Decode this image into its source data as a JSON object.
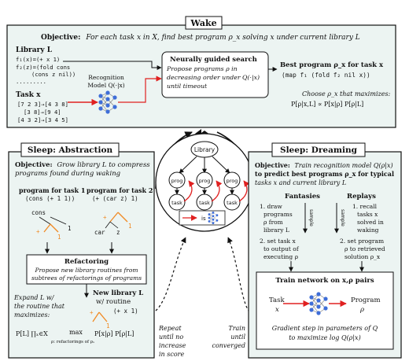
{
  "wake": {
    "title": "Wake",
    "objective_label": "Objective:",
    "objective_text": "For each task x in X, find best program ρ_x solving x under current library L",
    "library_label": "Library L",
    "library_lines": [
      "f₁(x)=(+ x 1)",
      "f₂(z)=(fold cons",
      "(cons z nil))",
      "........."
    ],
    "task_label": "Task x",
    "task_lines": [
      "[7 2 3]→[4 3 8]",
      "[3 8]→[9 4]",
      "[4 3 2]→[3 4 5]"
    ],
    "recognition_label_1": "Recognition",
    "recognition_label_2": "Model Q(·|x)",
    "search_title": "Neurally guided search",
    "search_lines": [
      "Propose programs ρ in",
      "decreasing order under Q(·|x)",
      "until timeout"
    ],
    "best_label_1": "Best program ρ_x for task x",
    "best_program": "(map f₁ (fold f₂ nil x))",
    "choose_line": "Choose ρ_x that maximizes:",
    "choose_formula": "P[ρ|x,L] ∝ P[x|ρ] P[ρ|L]"
  },
  "abstraction": {
    "title": "Sleep: Abstraction",
    "objective_label": "Objective:",
    "objective_lines": [
      "Grow library L to compress",
      "programs found during waking"
    ],
    "program1_title": "program for task 1",
    "program1_code": "(cons (+ 1 1))",
    "program2_title": "program for task 2",
    "program2_code": "(+ (car z) 1)",
    "tree1_labels": [
      "cons",
      "+",
      "1",
      "1"
    ],
    "tree2_labels": [
      "+",
      "1",
      "car",
      "z"
    ],
    "refactoring_title": "Refactoring",
    "refactoring_lines": [
      "Propose new library routines from",
      "subtrees of refactorings of programs"
    ],
    "newlib_title_1": "New library L",
    "newlib_title_2": "w/ routine",
    "newlib_code": "(+ x 1)",
    "newlib_tree_labels": [
      "+",
      "1"
    ],
    "expand_lines": [
      "Expand L w/",
      "the routine that",
      "maximizes:"
    ],
    "formula_left": "P[L] ∏ₓ∈X",
    "formula_max": "max",
    "formula_sub": "ρ: refactorings of ρₓ",
    "formula_right": "P[x|ρ] P[ρ|L]"
  },
  "dreaming": {
    "title": "Sleep: Dreaming",
    "objective_label": "Objective:",
    "objective_lines": [
      "Train recognition model Q(ρ|x)",
      "to predict best programs ρ_x for typical",
      "tasks x and current library L"
    ],
    "fantasies_title": "Fantasies",
    "fantasies_steps": [
      "1. draw",
      "programs",
      "ρ from",
      "library L"
    ],
    "fantasies_steps2": [
      "2. set task x",
      "to output of",
      "executing ρ"
    ],
    "sample_label": "sample",
    "replays_title": "Replays",
    "replays_steps": [
      "1. recall",
      "tasks x",
      "solved in",
      "waking"
    ],
    "replays_steps2": [
      "2. set program",
      "ρ to retrieved",
      "solution ρ_x"
    ],
    "train_title": "Train network on x,ρ pairs",
    "train_task": [
      "Task",
      "x"
    ],
    "train_program": [
      "Program",
      "ρ"
    ],
    "gradient_lines": [
      "Gradient step in parameters of Q",
      "to maximize log Q(ρ|x)"
    ]
  },
  "center": {
    "library_node": "Library",
    "prog_label": "prog",
    "task_label": "task",
    "is_label": "is"
  },
  "bottom": {
    "repeat_lines": [
      "Repeat",
      "until no",
      "increase",
      "in score"
    ],
    "train_lines": [
      "Train",
      "until",
      "converged"
    ]
  },
  "colors": {
    "accent_red": "#e02020",
    "orange": "#f08a24",
    "net_blue": "#3f6ed8",
    "box_bg": "#ecf4f2"
  }
}
